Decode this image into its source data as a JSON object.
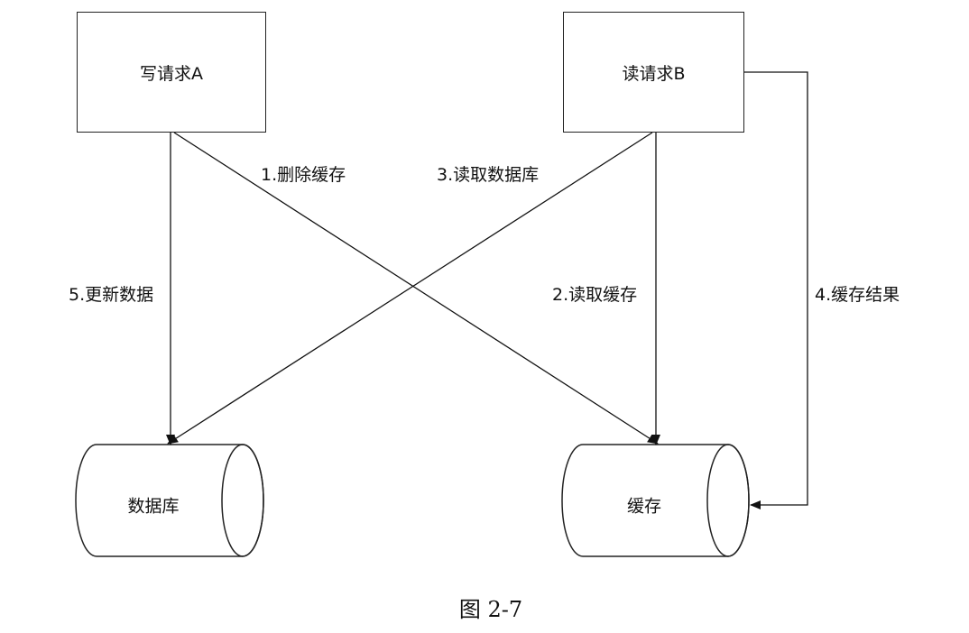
{
  "nodes": {
    "write_request": "写请求A",
    "read_request": "读请求B",
    "database": "数据库",
    "cache": "缓存"
  },
  "edges": {
    "delete_cache": "1.删除缓存",
    "read_cache": "2.读取缓存",
    "read_database": "3.读取数据库",
    "cache_result": "4.缓存结果",
    "update_data": "5.更新数据"
  },
  "caption": "图 2-7"
}
